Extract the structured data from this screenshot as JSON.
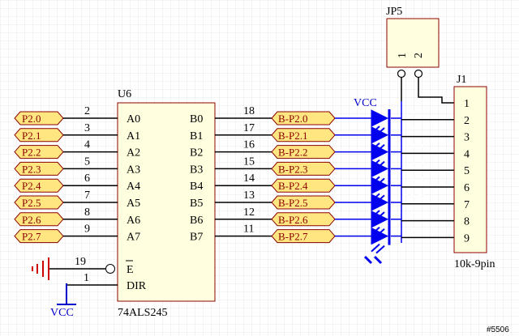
{
  "u6": {
    "designator": "U6",
    "part": "74ALS245",
    "a_pins": [
      {
        "num": "2",
        "name": "A0",
        "net": "P2.0"
      },
      {
        "num": "3",
        "name": "A1",
        "net": "P2.1"
      },
      {
        "num": "4",
        "name": "A2",
        "net": "P2.2"
      },
      {
        "num": "5",
        "name": "A3",
        "net": "P2.3"
      },
      {
        "num": "6",
        "name": "A4",
        "net": "P2.4"
      },
      {
        "num": "7",
        "name": "A5",
        "net": "P2.5"
      },
      {
        "num": "8",
        "name": "A6",
        "net": "P2.6"
      },
      {
        "num": "9",
        "name": "A7",
        "net": "P2.7"
      }
    ],
    "b_pins": [
      {
        "num": "18",
        "name": "B0",
        "net": "B-P2.0"
      },
      {
        "num": "17",
        "name": "B1",
        "net": "B-P2.1"
      },
      {
        "num": "16",
        "name": "B2",
        "net": "B-P2.2"
      },
      {
        "num": "15",
        "name": "B3",
        "net": "B-P2.3"
      },
      {
        "num": "14",
        "name": "B4",
        "net": "B-P2.4"
      },
      {
        "num": "13",
        "name": "B5",
        "net": "B-P2.5"
      },
      {
        "num": "12",
        "name": "B6",
        "net": "B-P2.6"
      },
      {
        "num": "11",
        "name": "B7",
        "net": "B-P2.7"
      }
    ],
    "oe_pin": {
      "num": "19",
      "name": "E"
    },
    "dir_pin": {
      "num": "1",
      "name": "DIR"
    }
  },
  "vcc_label": "VCC",
  "jp5": {
    "designator": "JP5",
    "pins": [
      "1",
      "2"
    ]
  },
  "j1": {
    "designator": "J1",
    "part": "10k-9pin",
    "pins": [
      "1",
      "2",
      "3",
      "4",
      "5",
      "6",
      "7",
      "8",
      "9"
    ],
    "nets": [
      "P2.0",
      "P2.1",
      "P2.2",
      "P2.3",
      "P2.4",
      "P2.5",
      "P2.6",
      "P2.7"
    ]
  },
  "diode_array_label": "VCC",
  "watermark": "#5506",
  "colors": {
    "wire": "#000000",
    "port_fill": "#ffe680",
    "port_stroke": "#8b0000",
    "component_fill": "#ffffe0",
    "component_stroke": "#8b0000",
    "ground": "#cc0000",
    "vcc": "#0000cc",
    "led": "#0000ee",
    "grid": "#d8d8d8"
  }
}
